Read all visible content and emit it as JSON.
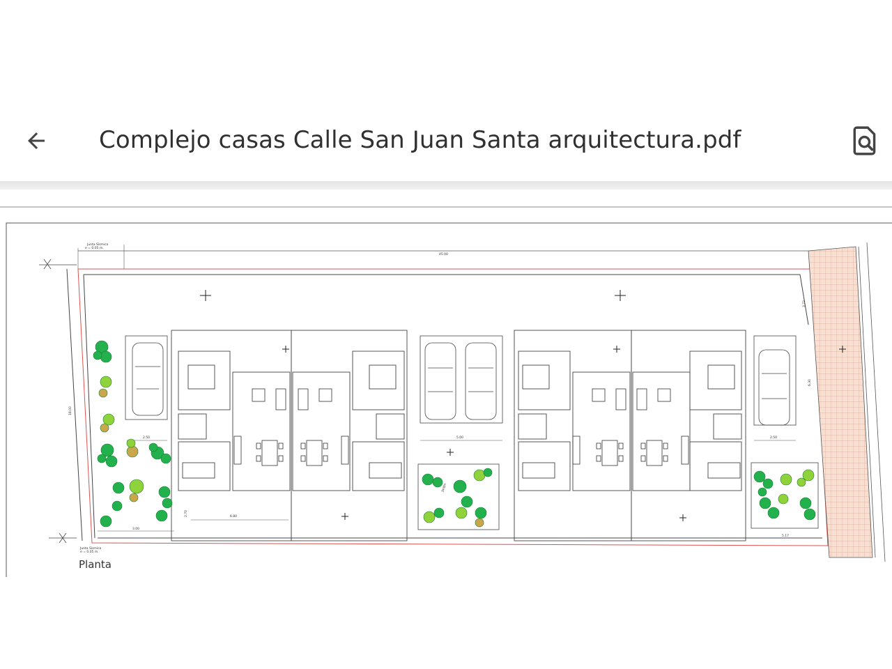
{
  "header": {
    "back_icon": "arrow-left-icon",
    "title": "Complejo casas Calle San Juan Santa arquitectura.pdf",
    "search_icon": "document-search-icon"
  },
  "plan": {
    "label": "Planta",
    "total_width": "45.00",
    "seismic_joint_top": "Junta Sismica",
    "seismic_joint_top_sub": "e = 0.05 m.",
    "seismic_joint_bottom": "Junta Sismica",
    "seismic_joint_bottom_sub": "e = 0.05 m.",
    "dim_left": "2.50",
    "dim_right": "2.50",
    "dim_center": "5.00",
    "dim_bottom_right": "5.17",
    "dim_bottom_a": "6.80",
    "dim_bottom_b": "2.70",
    "dim_bottom_c": "3.00",
    "dim_side": "18.00",
    "dim_right_top": "3.72",
    "dim_right_mid": "6.30",
    "garden_label": "Jardin"
  },
  "colors": {
    "tree_dark": "#22b14c",
    "tree_light": "#8fd23a",
    "tree_ring": "#c8a84a",
    "boundary": "#d9534f",
    "paving": "#f0c9b7"
  }
}
